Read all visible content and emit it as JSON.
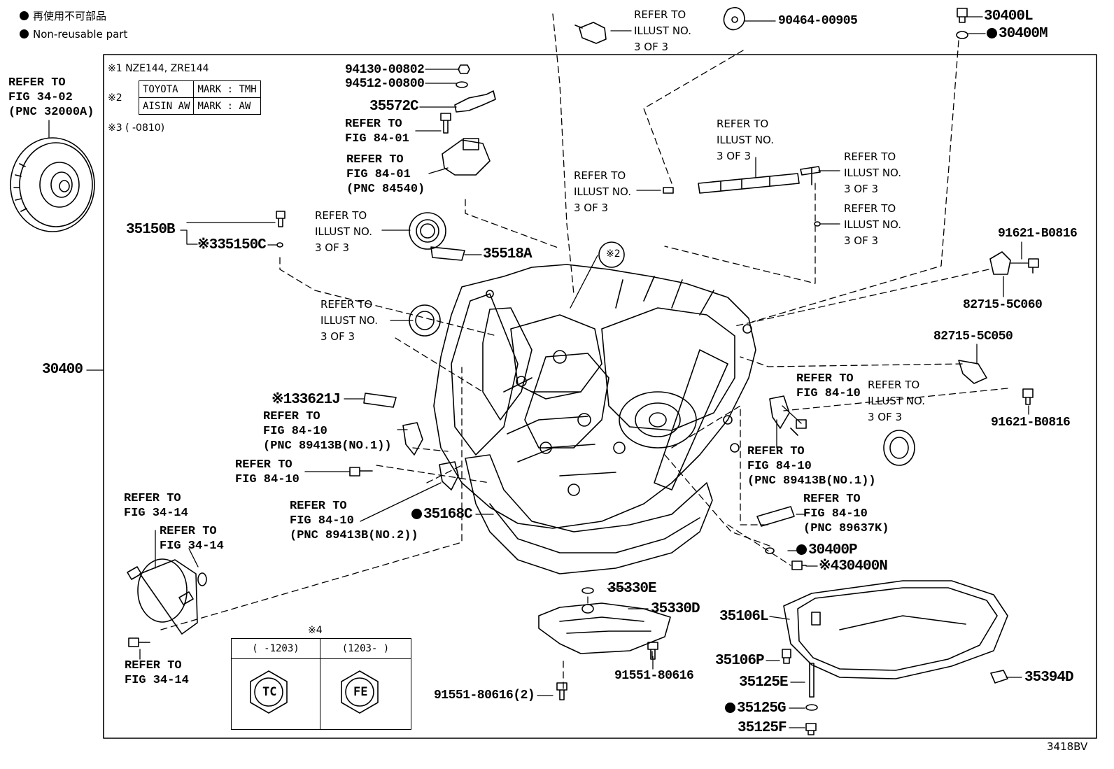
{
  "legend": {
    "jp": "再使用不可部品",
    "en": "Non-reusable part"
  },
  "notes": {
    "n1": "※1  NZE144, ZRE144",
    "n2_marker": "※2",
    "n3": "※3 (      -0810)",
    "callout2": "※2",
    "n4_marker": "※4"
  },
  "mark_table": [
    {
      "maker": "TOYOTA",
      "mark": "MARK  :  TMH"
    },
    {
      "maker": "AISIN AW",
      "mark": "MARK  :  AW"
    }
  ],
  "year_table": {
    "left": "(    -1203)",
    "right": "(1203-    )",
    "left_logo": "TC",
    "right_logo": "FE"
  },
  "ref": {
    "fig3402": "REFER TO\nFIG 34-02\n(PNC 32000A)",
    "illust_top": "REFER TO\nILLUST NO.\n3 OF 3",
    "fig8401": "REFER TO\nFIG 84-01",
    "fig8401_pnc": "REFER TO\nFIG 84-01\n(PNC 84540)",
    "illust_seal": "REFER TO\nILLUST NO.\n3 OF 3",
    "illust_seal2": "REFER TO\nILLUST NO.\n3 OF 3",
    "illust_shaft": "REFER TO\nILLUST NO.\n3 OF 3",
    "illust_pin": "REFER TO\nILLUST NO.\n3 OF 3",
    "illust_tee": "REFER TO\nILLUST NO.\n3 OF 3",
    "illust_oring": "REFER TO\nILLUST NO.\n3 OF 3",
    "illust_right": "REFER TO\nILLUST NO.\n3 OF 3",
    "fig8410_a": "REFER TO\nFIG 84-10\n(PNC 89413B(NO.1))",
    "fig8410_b": "REFER TO\nFIG 84-10",
    "fig8410_c": "REFER TO\nFIG 84-10\n(PNC 89413B(NO.2))",
    "fig8410_d": "REFER TO\nFIG 84-10",
    "fig8410_e": "REFER TO\nFIG 84-10\n(PNC 89413B(NO.1))",
    "fig8410_f": "REFER TO\nFIG 84-10\n(PNC 89637K)",
    "fig3414_a": "REFER TO\nFIG 34-14",
    "fig3414_b": "REFER TO\nFIG 34-14",
    "fig3414_c": "REFER TO\nFIG 34-14"
  },
  "parts": {
    "p30400": "30400",
    "p35150B": "35150B",
    "p35150C": "※335150C",
    "p94130": "94130-00802",
    "p94512": "94512-00800",
    "p35572C": "35572C",
    "p35518A": "35518A",
    "p90464": "90464-00905",
    "p30400L": "30400L",
    "p30400M": "30400M",
    "p91621a": "91621-B0816",
    "p82715a": "82715-5C060",
    "p82715b": "82715-5C050",
    "p91621b": "91621-B0816",
    "p33621J": "※133621J",
    "p35168C": "35168C",
    "p30400P": "30400P",
    "p30400N": "※430400N",
    "p35330E": "35330E",
    "p35330D": "35330D",
    "p91551a": "91551-80616",
    "p91551b": "91551-80616(2)",
    "p35106L": "35106L",
    "p35106P": "35106P",
    "p35125E": "35125E",
    "p35125G": "35125G",
    "p35125F": "35125F",
    "p35394D": "35394D"
  },
  "footer_code": "3418BV"
}
